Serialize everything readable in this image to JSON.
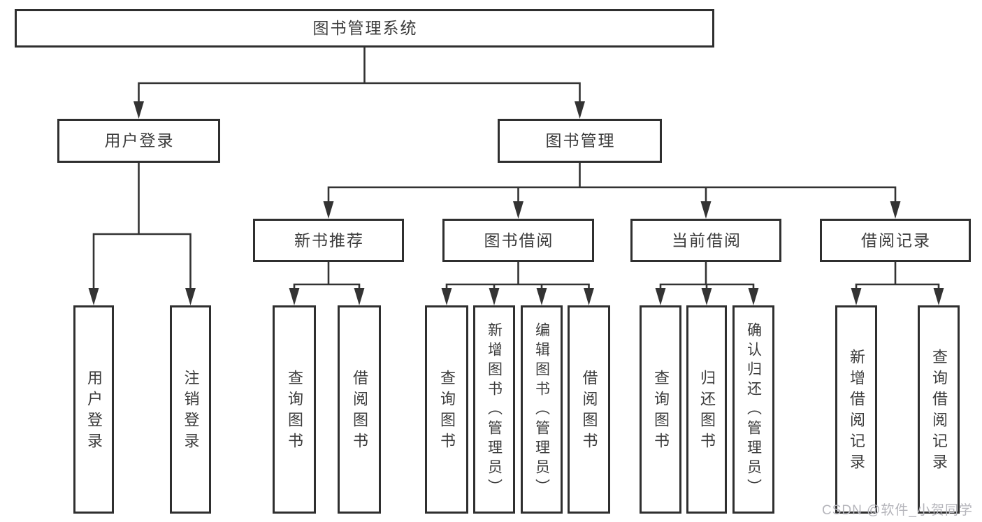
{
  "diagram": {
    "nodes": [
      {
        "id": "root",
        "label": "图书管理系统",
        "level": 1
      },
      {
        "id": "user-login",
        "label": "用户登录",
        "level": 2
      },
      {
        "id": "book-mgmt",
        "label": "图书管理",
        "level": 2
      },
      {
        "id": "new-book-rec",
        "label": "新书推荐",
        "level": 3
      },
      {
        "id": "book-borrow",
        "label": "图书借阅",
        "level": 3
      },
      {
        "id": "current-borrow",
        "label": "当前借阅",
        "level": 3
      },
      {
        "id": "borrow-record",
        "label": "借阅记录",
        "level": 3
      },
      {
        "id": "login-leaf",
        "label": "用户登录",
        "level": 4
      },
      {
        "id": "logout-leaf",
        "label": "注销登录",
        "level": 4
      },
      {
        "id": "rec-query-book",
        "label": "查询图书",
        "level": 4
      },
      {
        "id": "rec-borrow-book",
        "label": "借阅图书",
        "level": 4
      },
      {
        "id": "bb-query-book",
        "label": "查询图书",
        "level": 4
      },
      {
        "id": "bb-add-book",
        "label": "新增图书（管理员）",
        "level": 4
      },
      {
        "id": "bb-edit-book",
        "label": "编辑图书（管理员）",
        "level": 4
      },
      {
        "id": "bb-borrow-book",
        "label": "借阅图书",
        "level": 4
      },
      {
        "id": "cb-query-book",
        "label": "查询图书",
        "level": 4
      },
      {
        "id": "cb-return-book",
        "label": "归还图书",
        "level": 4
      },
      {
        "id": "cb-confirm-return",
        "label": "确认归还（管理员）",
        "level": 4
      },
      {
        "id": "br-add-record",
        "label": "新增借阅记录",
        "level": 4
      },
      {
        "id": "br-query-record",
        "label": "查询借阅记录",
        "level": 4
      }
    ],
    "edges": [
      [
        "root",
        "user-login"
      ],
      [
        "root",
        "book-mgmt"
      ],
      [
        "user-login",
        "login-leaf"
      ],
      [
        "user-login",
        "logout-leaf"
      ],
      [
        "book-mgmt",
        "new-book-rec"
      ],
      [
        "book-mgmt",
        "book-borrow"
      ],
      [
        "book-mgmt",
        "current-borrow"
      ],
      [
        "book-mgmt",
        "borrow-record"
      ],
      [
        "new-book-rec",
        "rec-query-book"
      ],
      [
        "new-book-rec",
        "rec-borrow-book"
      ],
      [
        "book-borrow",
        "bb-query-book"
      ],
      [
        "book-borrow",
        "bb-add-book"
      ],
      [
        "book-borrow",
        "bb-edit-book"
      ],
      [
        "book-borrow",
        "bb-borrow-book"
      ],
      [
        "current-borrow",
        "cb-query-book"
      ],
      [
        "current-borrow",
        "cb-return-book"
      ],
      [
        "current-borrow",
        "cb-confirm-return"
      ],
      [
        "borrow-record",
        "br-add-record"
      ],
      [
        "borrow-record",
        "br-query-record"
      ]
    ]
  },
  "watermark": {
    "text": "CSDN @软件_小贺同学"
  },
  "colors": {
    "line": "#333333",
    "box_border": "#2f2f2f",
    "box_fill": "#ffffff",
    "text": "#3c3c3c",
    "watermark": "#b5b5bb",
    "background": "#ffffff"
  }
}
